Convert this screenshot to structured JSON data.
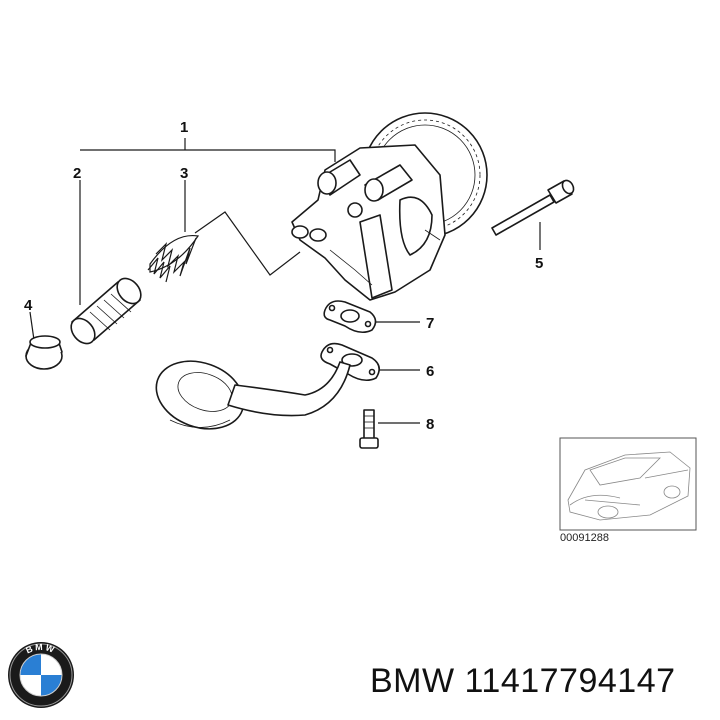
{
  "callouts": [
    "1",
    "2",
    "3",
    "4",
    "5",
    "6",
    "7",
    "8"
  ],
  "thumbnail": {
    "code": "00091288"
  },
  "footer": {
    "brand": "BMW",
    "part_number": "11417794147",
    "text": "BMW 11417794147"
  },
  "colors": {
    "line": "#1a1a1a",
    "background": "#ffffff",
    "logo_blue": "#2a7fd4"
  },
  "logo": {
    "name": "bmw-roundel",
    "letters": "BMW"
  }
}
